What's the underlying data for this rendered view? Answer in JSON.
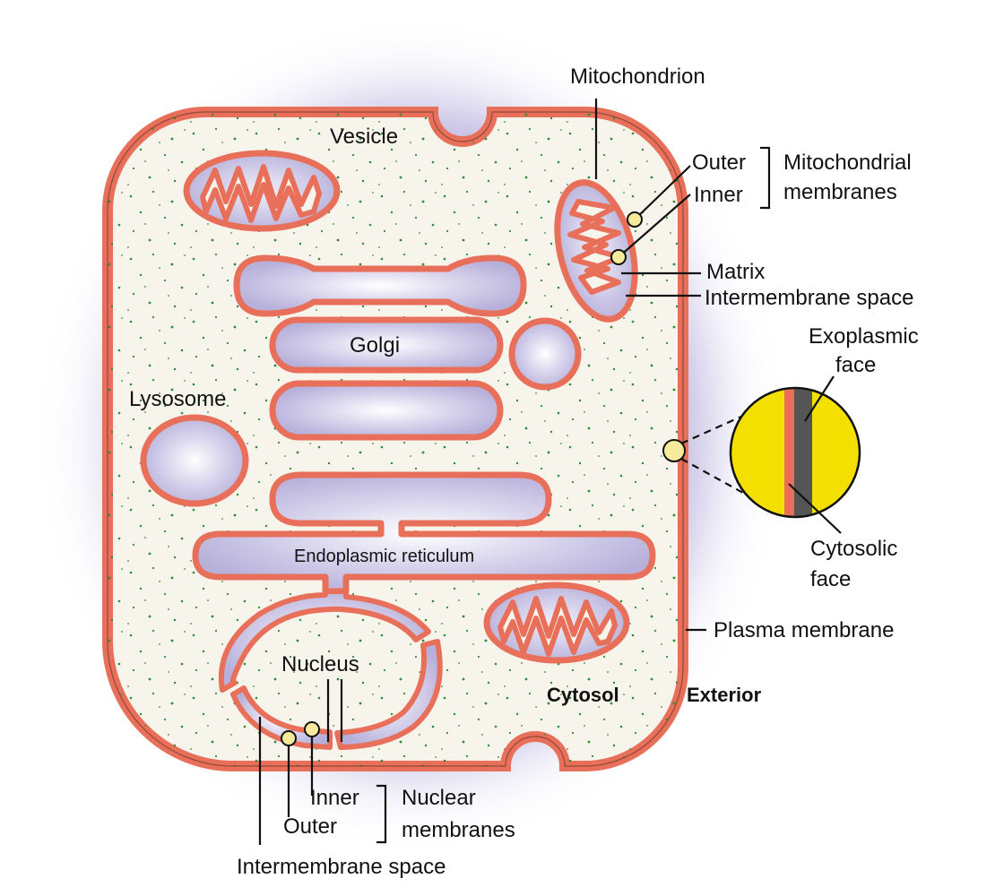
{
  "labels": {
    "mitochondrion": "Mitochondrion",
    "vesicle": "Vesicle",
    "outer_mito": "Outer",
    "inner_mito": "Inner",
    "mito_membranes_1": "Mitochondrial",
    "mito_membranes_2": "membranes",
    "matrix": "Matrix",
    "intermembrane_space_mito": "Intermembrane space",
    "golgi": "Golgi",
    "lysosome": "Lysosome",
    "exoplasmic_1": "Exoplasmic",
    "exoplasmic_2": "face",
    "cytosolic_1": "Cytosolic",
    "cytosolic_2": "face",
    "er": "Endoplasmic reticulum",
    "plasma_membrane": "Plasma membrane",
    "nucleus": "Nucleus",
    "cytosol": "Cytosol",
    "exterior": "Exterior",
    "inner_nuclear": "Inner",
    "outer_nuclear": "Outer",
    "nuclear_membranes_1": "Nuclear",
    "nuclear_membranes_2": "membranes",
    "intermembrane_space_nuclear": "Intermembrane space"
  },
  "colors": {
    "membrane": "#e8705a",
    "cytosol": "#f7f4ec",
    "organelle_fill": "#c9c4e4",
    "organelle_glow": "#fbfaff",
    "halo": "#b9b0dd",
    "speckle": "#2f8a3a",
    "bilayer_yellow": "#f3e000",
    "bilayer_gray": "#555555",
    "marker_fill": "#f7ea9a"
  }
}
